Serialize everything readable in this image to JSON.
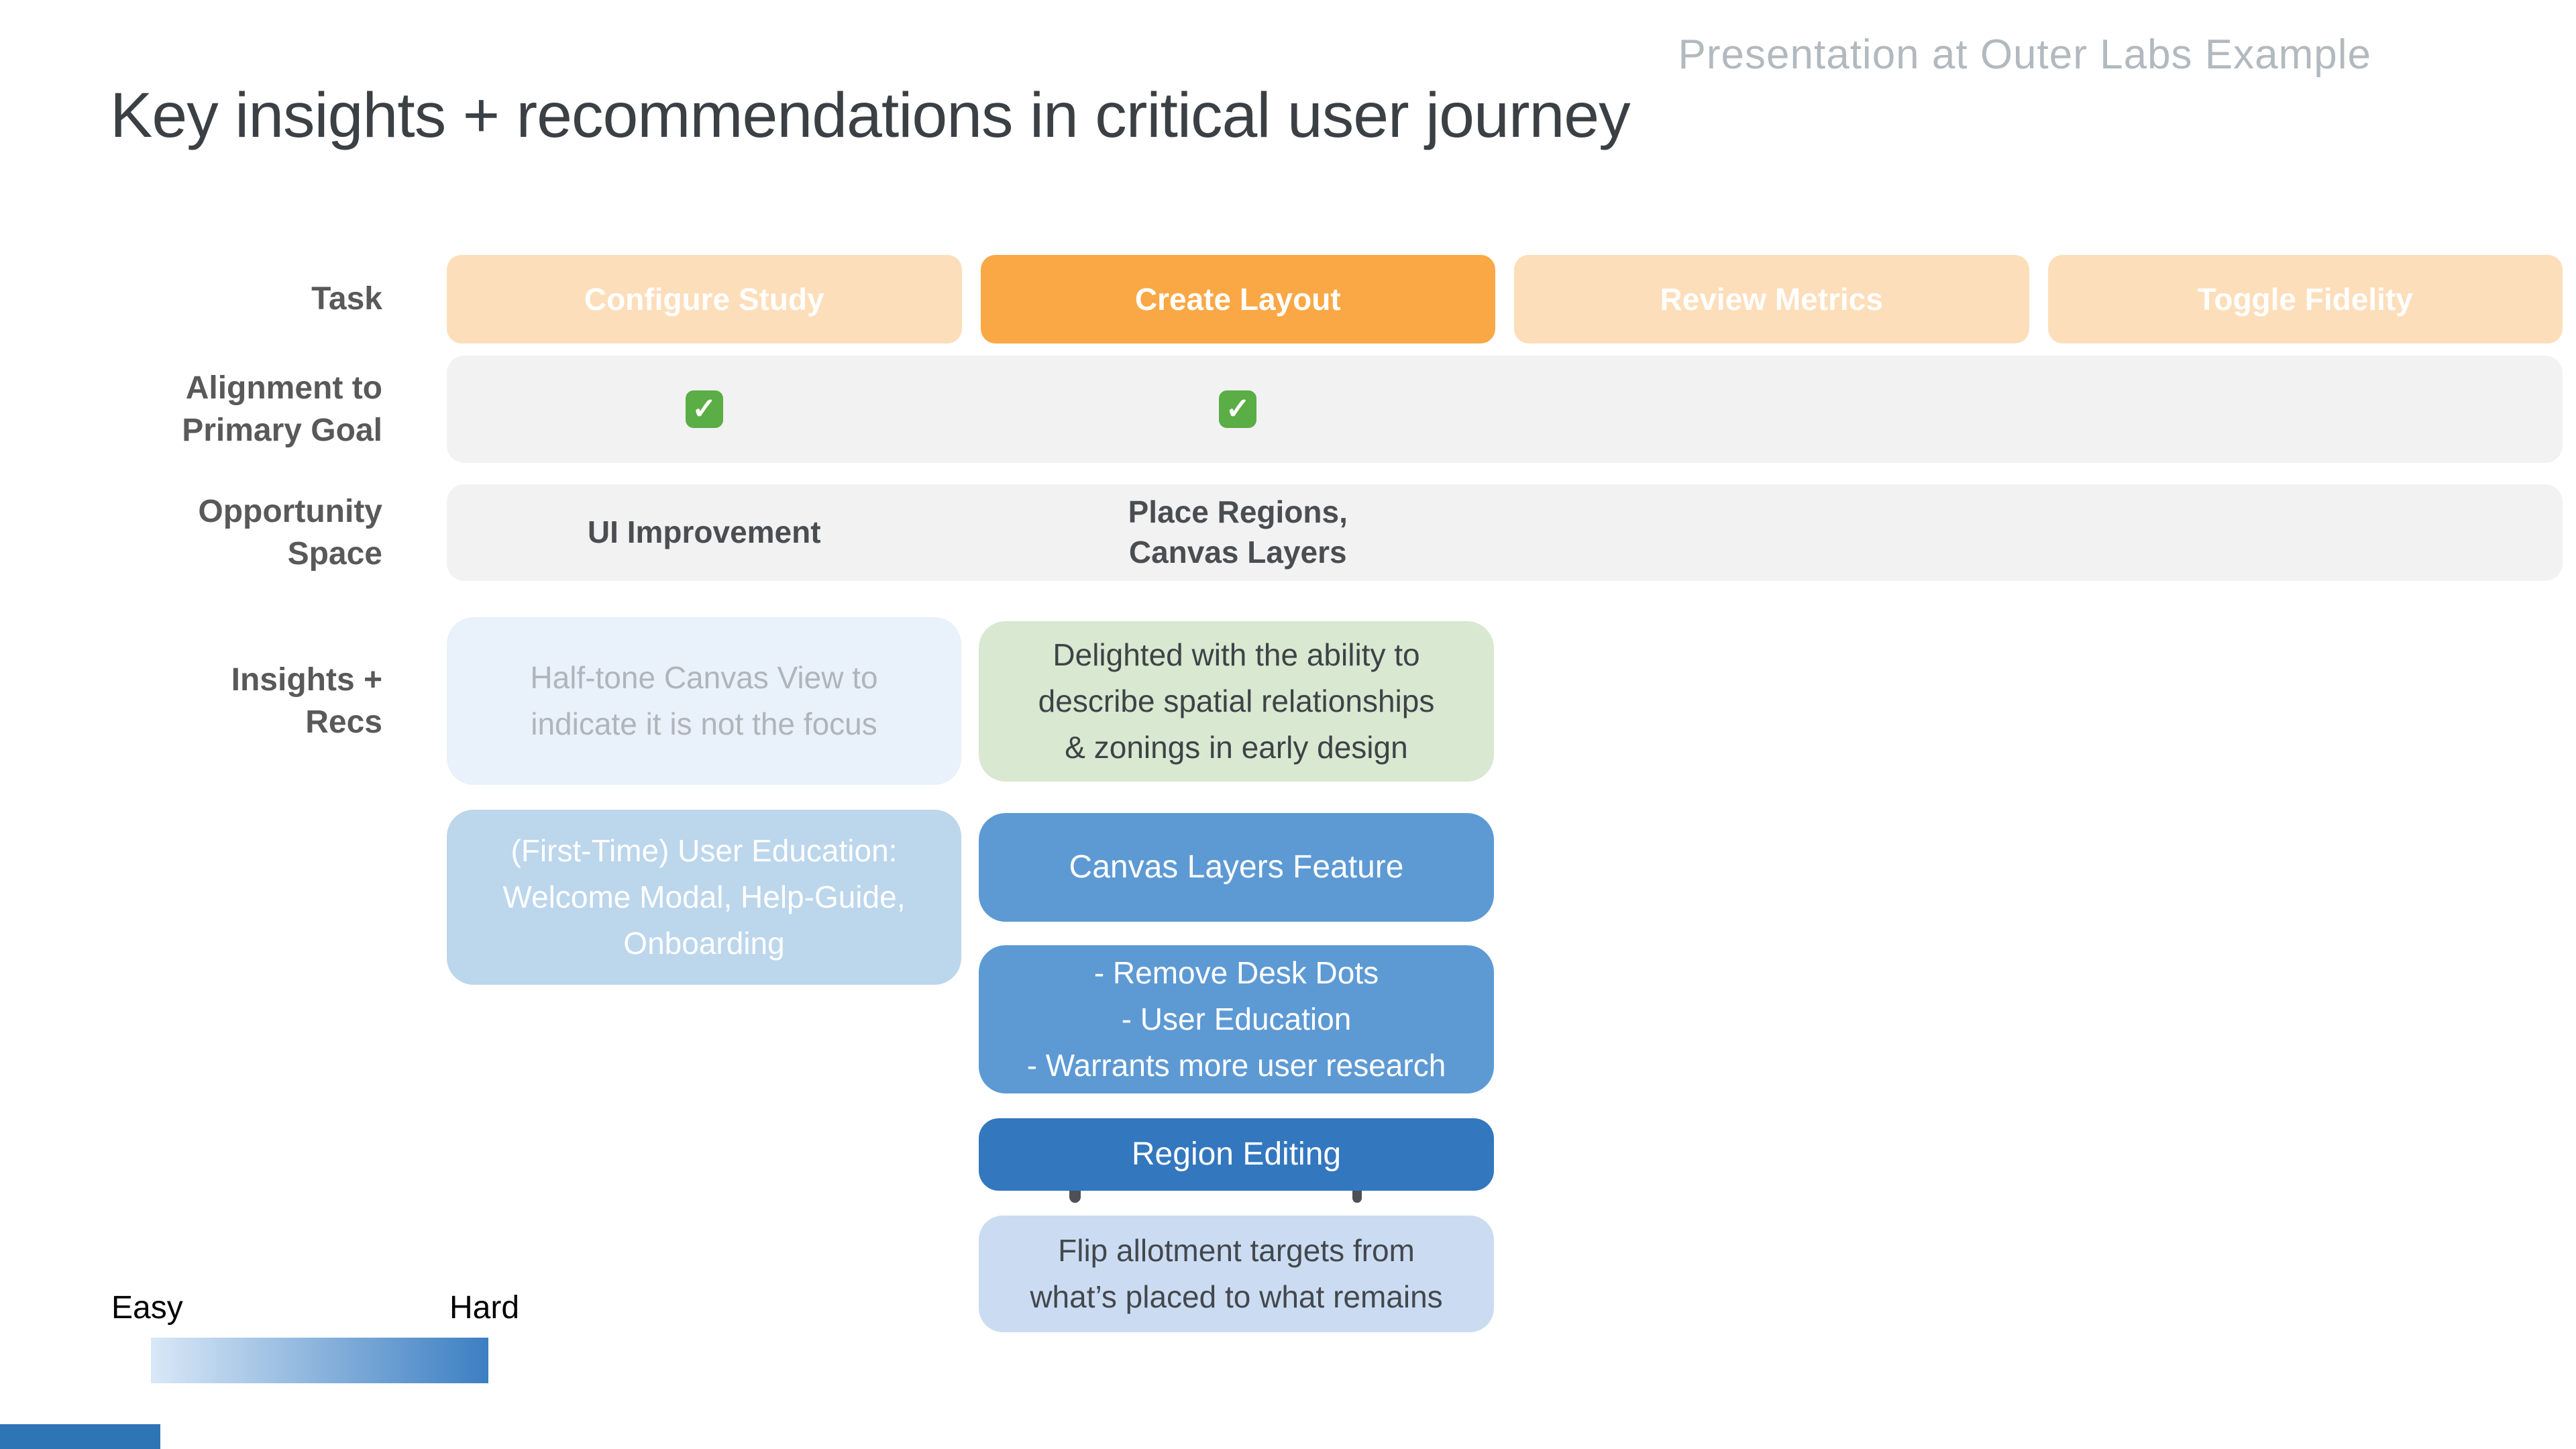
{
  "header": {
    "presentation_label": "Presentation at Outer Labs Example",
    "title": "Key insights + recommendations in critical user journey"
  },
  "row_labels": {
    "task": "Task",
    "alignment": "Alignment to\nPrimary Goal",
    "opportunity": "Opportunity\nSpace",
    "insights": "Insights +\nRecs"
  },
  "tasks": [
    {
      "label": "Configure Study",
      "active": false
    },
    {
      "label": "Create Layout",
      "active": true
    },
    {
      "label": "Review Metrics",
      "active": false
    },
    {
      "label": "Toggle Fidelity",
      "active": false
    }
  ],
  "alignment": {
    "check_glyph": "✓",
    "checked_tasks": [
      "Configure Study",
      "Create Layout"
    ]
  },
  "opportunity": {
    "cells": [
      "UI Improvement",
      "Place Regions,\nCanvas Layers",
      "",
      ""
    ]
  },
  "insights": {
    "col1": [
      {
        "text": "Half-tone Canvas View to\nindicate it is not the focus",
        "style": "faint-blue"
      },
      {
        "text": "(First-Time) User Education:\nWelcome Modal, Help-Guide,\nOnboarding",
        "style": "light-blue"
      }
    ],
    "col2": [
      {
        "text": "Delighted with the ability to\ndescribe spatial relationships\n& zonings in early design",
        "style": "green"
      },
      {
        "text": "Canvas Layers Feature",
        "style": "mid-blue"
      },
      {
        "text": "- Remove Desk Dots\n- User Education\n- Warrants more user research",
        "style": "mid-blue"
      },
      {
        "text": "Region Editing",
        "style": "dark-blue"
      },
      {
        "text": "Flip allotment targets from\nwhat’s placed to what remains",
        "style": "pale-blue"
      }
    ]
  },
  "legend": {
    "easy": "Easy",
    "hard": "Hard"
  },
  "colors": {
    "task_inactive": "#FDDEBA",
    "task_active": "#FAA845",
    "row_bar": "#F2F2F2",
    "check_green": "#5BAD45",
    "faint_blue": "#E9F1FA",
    "light_blue": "#BCD6EC",
    "green": "#D9E8D1",
    "mid_blue": "#5D9AD4",
    "dark_blue": "#3377BE",
    "pale_blue": "#CBDCF2",
    "gradient_start": "#D9E8F7",
    "gradient_end": "#3C7FC2",
    "corner_accent": "#2E75B6"
  }
}
